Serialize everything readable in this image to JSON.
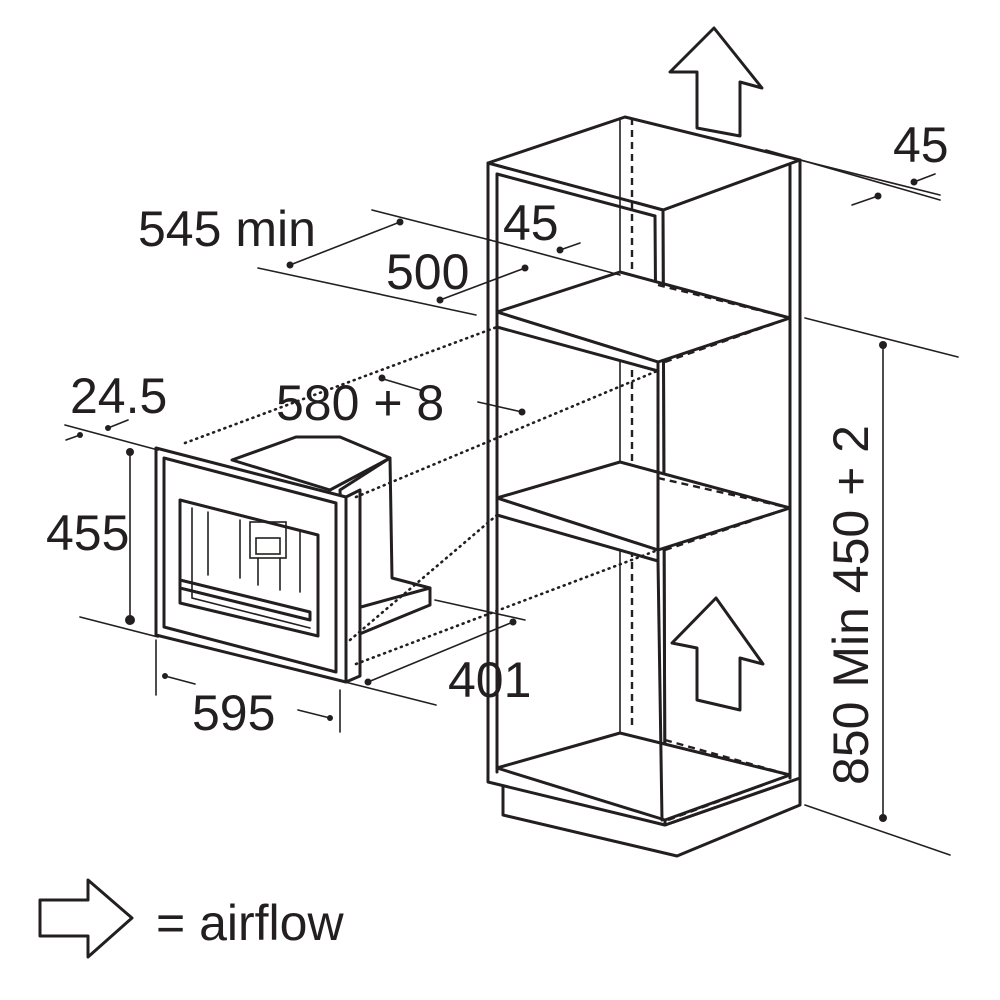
{
  "labels": {
    "depth_min": "545 min",
    "top_gap": "45",
    "inner_depth": "500",
    "rear_gap": "45",
    "front_frame": "24.5",
    "opening_width": "580 + 8",
    "height_455": "455",
    "width_595": "595",
    "depth_401": "401",
    "cabinet_height": "850 Min 450 + 2",
    "legend": "= airflow"
  },
  "icons": {
    "airflow_up": "airflow-arrow-up",
    "airflow_legend": "airflow-arrow-right"
  },
  "colors": {
    "ink": "#231f20",
    "background": "#ffffff"
  }
}
